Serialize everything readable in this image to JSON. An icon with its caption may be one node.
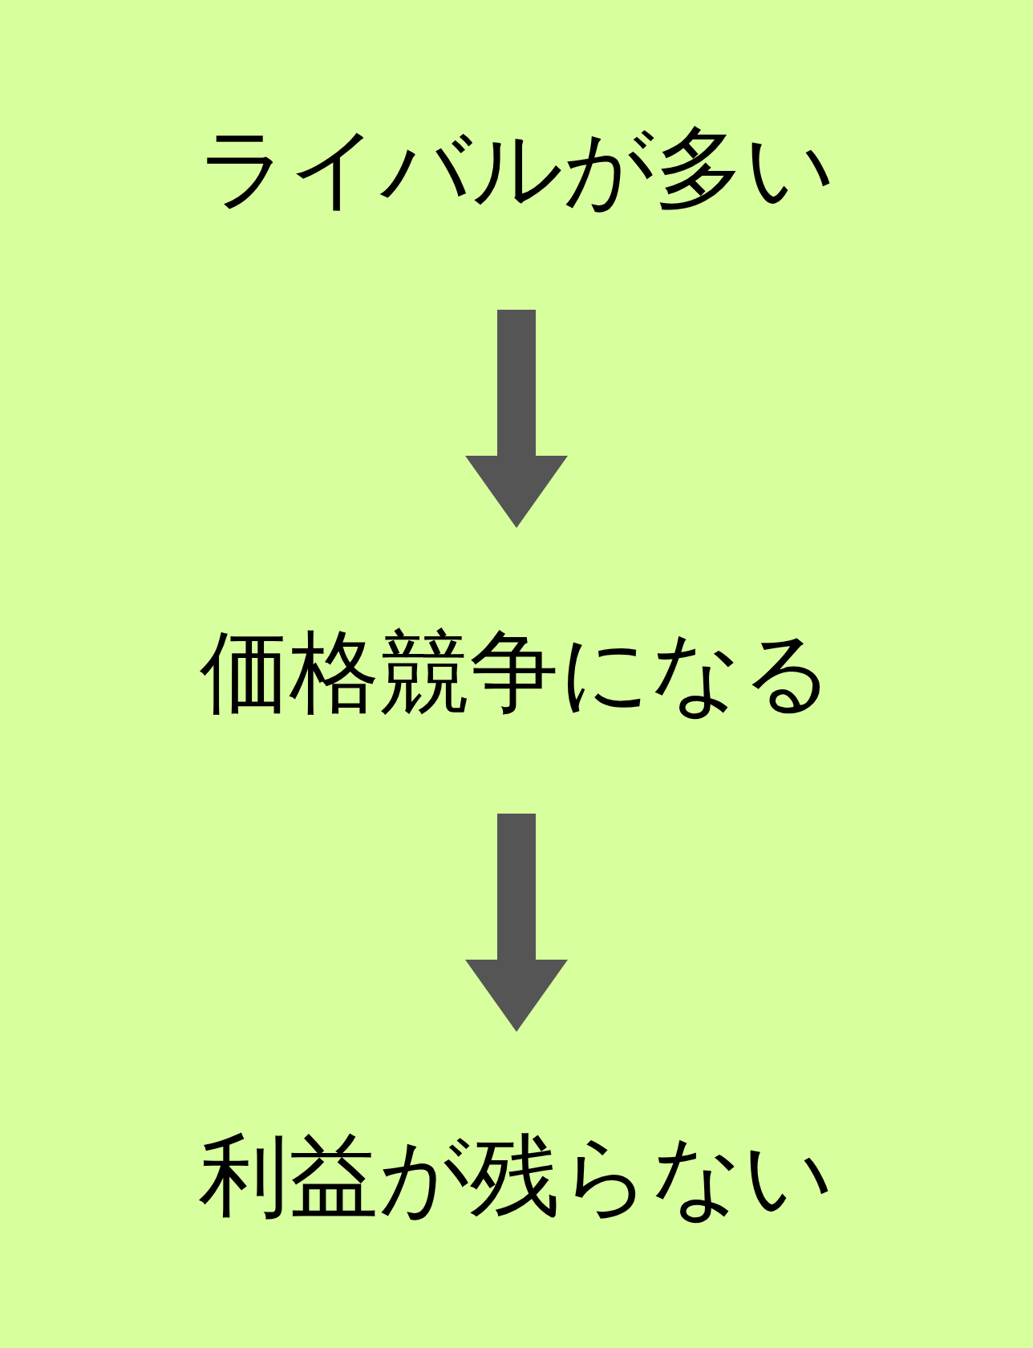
{
  "diagram": {
    "nodes": [
      {
        "text": [
          "ライバルが多い"
        ]
      },
      {
        "text": [
          "価格競争になる"
        ]
      },
      {
        "text": [
          "利益が残らない"
        ]
      }
    ],
    "edges": [
      {
        "from": 0,
        "to": 1,
        "arrow": "to"
      },
      {
        "from": 1,
        "to": 2,
        "arrow": "to"
      }
    ]
  }
}
